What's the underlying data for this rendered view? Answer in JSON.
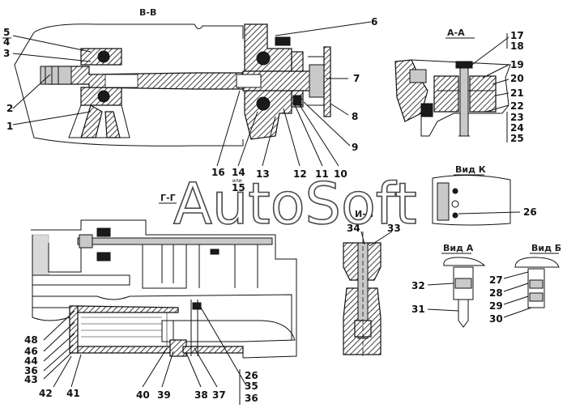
{
  "watermark": "AutoSoft",
  "views": {
    "b_b": "В-В",
    "a_a": "А-А",
    "g_g": "Г-Г",
    "i_i": "И-И",
    "vid_k": "Вид К",
    "vid_a": "Вид А",
    "vid_b": "Вид Б"
  },
  "callouts": {
    "n5": "5",
    "n4": "4",
    "n3": "3",
    "n2": "2",
    "n1": "1",
    "n6": "6",
    "n7": "7",
    "n8": "8",
    "n9": "9",
    "n10": "10",
    "n11": "11",
    "n12": "12",
    "n13": "13",
    "n14": "14",
    "n14sub": "или",
    "n15": "15",
    "n16": "16",
    "n17": "17",
    "n18": "18",
    "n19": "19",
    "n20": "20",
    "n21": "21",
    "n22": "22",
    "n23": "23",
    "n24": "24",
    "n25": "25",
    "n26": "26",
    "n27": "27",
    "n28": "28",
    "n29": "29",
    "n30": "30",
    "n31": "31",
    "n32": "32",
    "n33": "33",
    "n34": "34",
    "n48": "48",
    "n46": "46",
    "n44": "44",
    "n36a": "36",
    "n43": "43",
    "n42": "42",
    "n41": "41",
    "n40": "40",
    "n39": "39",
    "n38": "38",
    "n37": "37",
    "n26b": "26",
    "n35": "35",
    "n36b": "36"
  }
}
